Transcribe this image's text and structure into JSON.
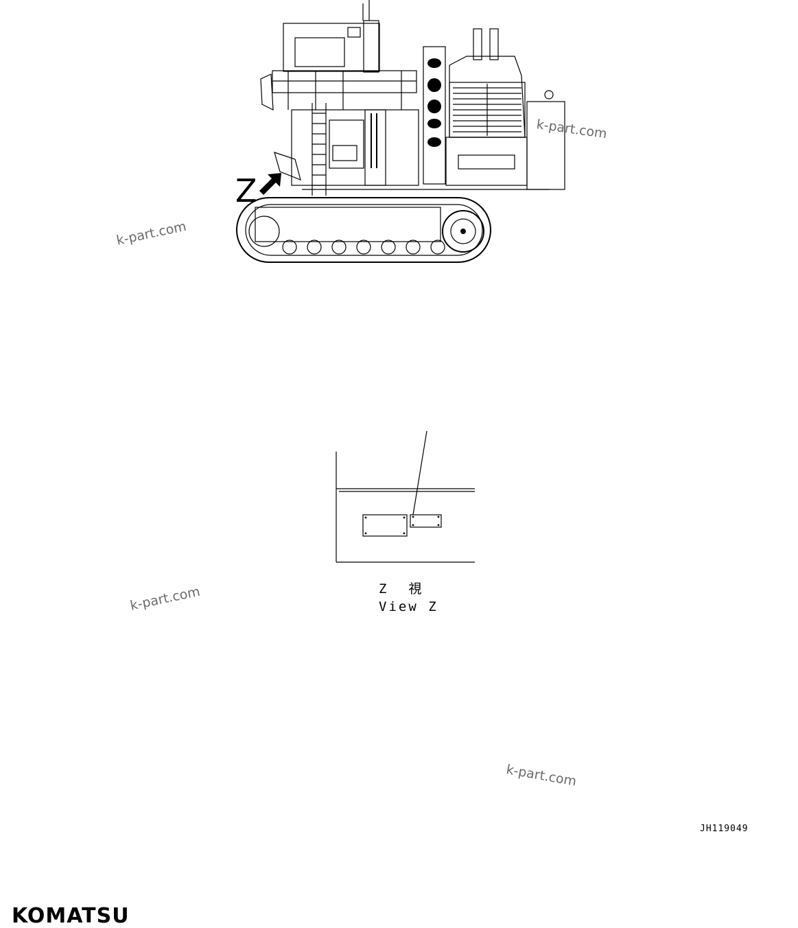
{
  "diagram": {
    "callout": {
      "letter": "Z"
    },
    "detail_view": {
      "caption_line1": "Z  視",
      "caption_line2": "View Z"
    },
    "drawing_number": "JH119049",
    "brand": "KOMATSU",
    "watermarks": [
      "k-part.com",
      "k-part.com",
      "k-part.com",
      "k-part.com"
    ]
  }
}
